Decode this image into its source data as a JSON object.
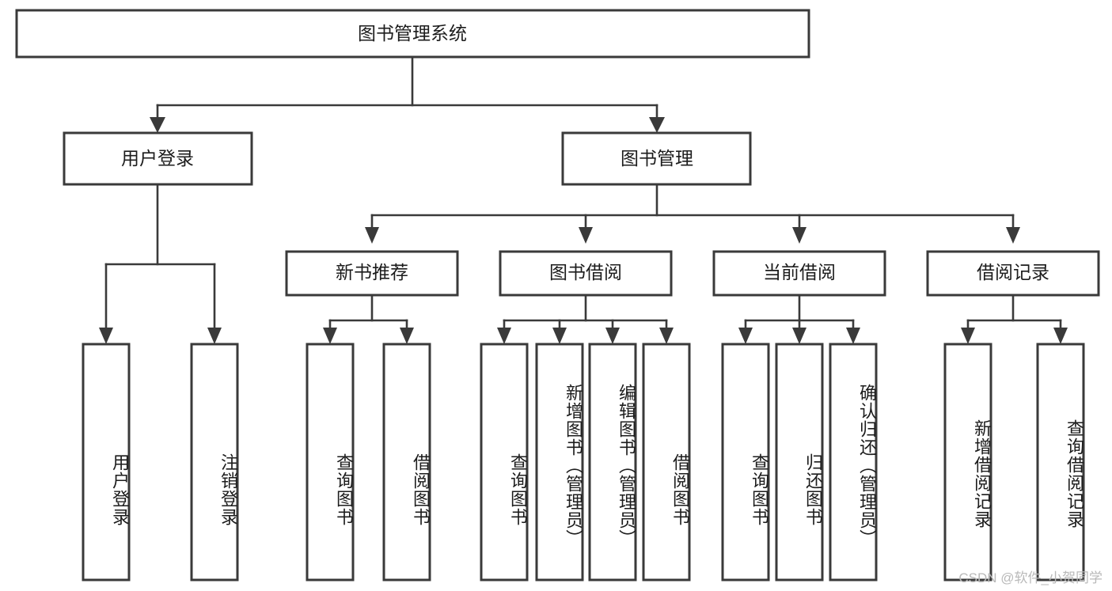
{
  "diagram": {
    "title": "图书管理系统",
    "type": "tree-hierarchy-chart",
    "root": {
      "label": "图书管理系统"
    },
    "level1": [
      {
        "label": "用户登录"
      },
      {
        "label": "图书管理"
      }
    ],
    "level2": [
      {
        "label": "新书推荐",
        "parent": "图书管理"
      },
      {
        "label": "图书借阅",
        "parent": "图书管理"
      },
      {
        "label": "当前借阅",
        "parent": "图书管理"
      },
      {
        "label": "借阅记录",
        "parent": "图书管理"
      }
    ],
    "leaves": {
      "user_login": [
        {
          "label": "用户登录"
        },
        {
          "label": "注销登录"
        }
      ],
      "new_book_recommend": [
        {
          "label": "查询图书"
        },
        {
          "label": "借阅图书"
        }
      ],
      "book_borrow": [
        {
          "label": "查询图书"
        },
        {
          "label": "新增图书（管理员）"
        },
        {
          "label": "编辑图书（管理员）"
        },
        {
          "label": "借阅图书"
        }
      ],
      "current_borrow": [
        {
          "label": "查询图书"
        },
        {
          "label": "归还图书"
        },
        {
          "label": "确认归还（管理员）"
        }
      ],
      "borrow_record": [
        {
          "label": "新增借阅记录"
        },
        {
          "label": "查询借阅记录"
        }
      ]
    }
  },
  "watermark": {
    "text": "CSDN @软件_小贺同学"
  },
  "colors": {
    "box_stroke": "#3a3a3a",
    "box_fill": "#ffffff",
    "text": "#1c1c1c",
    "connector": "#3a3a3a",
    "watermark": "#b9b9b9",
    "background": "#ffffff"
  }
}
